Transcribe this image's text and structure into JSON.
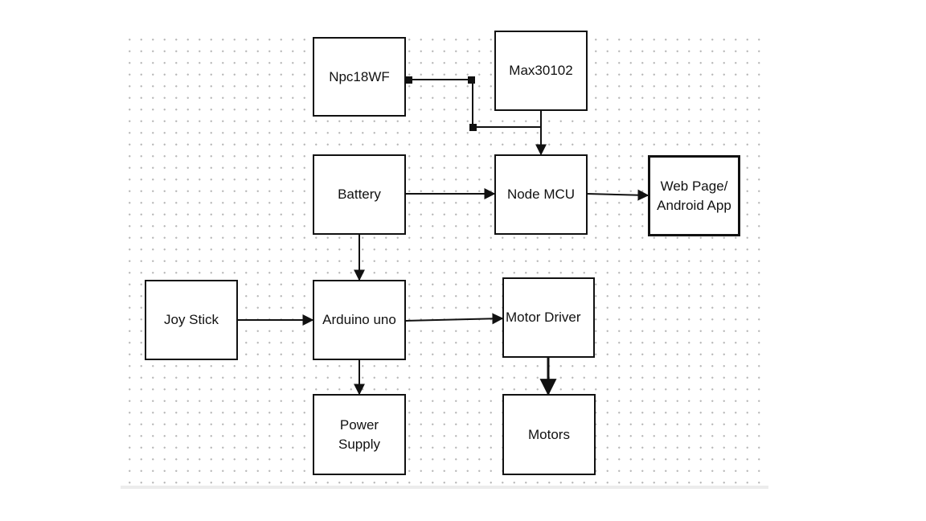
{
  "diagram": {
    "nodes": {
      "npc": "Npc18WF",
      "max": "Max30102",
      "battery": "Battery",
      "nodemcu": "Node MCU",
      "webapp": "Web Page/\nAndroid App",
      "joystick": "Joy Stick",
      "arduino": "Arduino uno",
      "motordriver": "Motor Driver",
      "power": "Power\nSupply",
      "motors": "Motors"
    },
    "edges": [
      {
        "from": "Npc18WF",
        "to": "Node MCU"
      },
      {
        "from": "Max30102",
        "to": "Node MCU"
      },
      {
        "from": "Battery",
        "to": "Node MCU"
      },
      {
        "from": "Node MCU",
        "to": "Web Page/\nAndroid App"
      },
      {
        "from": "Battery",
        "to": "Arduino uno"
      },
      {
        "from": "Joy Stick",
        "to": "Arduino uno"
      },
      {
        "from": "Arduino uno",
        "to": "Motor Driver"
      },
      {
        "from": "Arduino uno",
        "to": "Power\nSupply"
      },
      {
        "from": "Motor Driver",
        "to": "Motors"
      }
    ],
    "colors": {
      "stroke": "#111111",
      "grid_dot": "#b8b8b8"
    }
  }
}
